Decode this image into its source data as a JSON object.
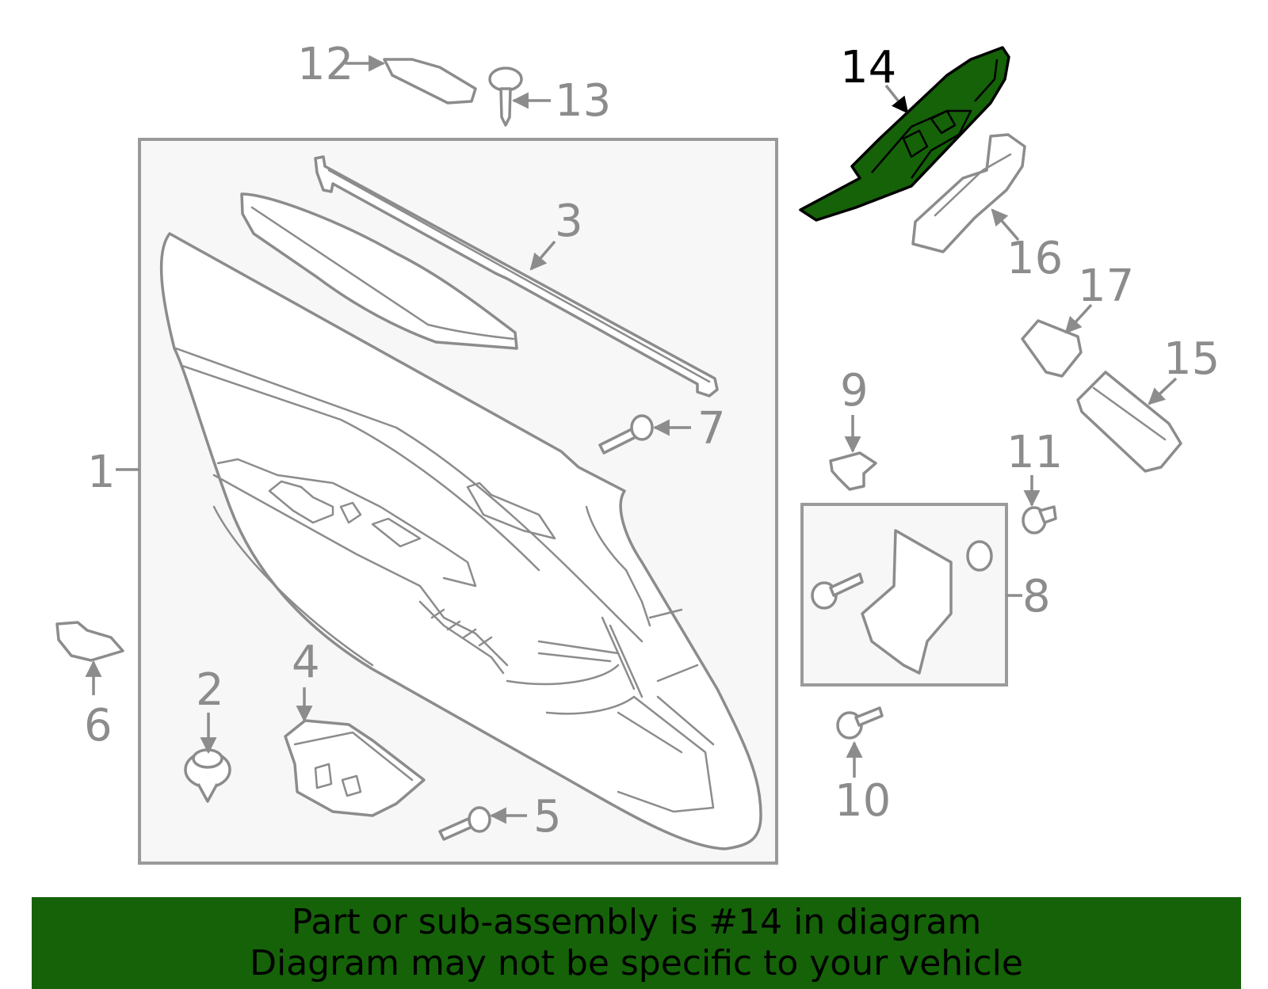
{
  "diagram": {
    "selected_part": "14",
    "callouts": [
      "1",
      "2",
      "3",
      "4",
      "5",
      "6",
      "7",
      "8",
      "9",
      "10",
      "11",
      "12",
      "13",
      "14",
      "15",
      "16",
      "17"
    ],
    "colors": {
      "highlight": "#156209",
      "line": "#8c8c8c",
      "box_fill": "#f7f7f7"
    }
  },
  "banner": {
    "line1": "Part or sub-assembly is #14 in diagram",
    "line2": "Diagram may not be specific to your vehicle"
  }
}
